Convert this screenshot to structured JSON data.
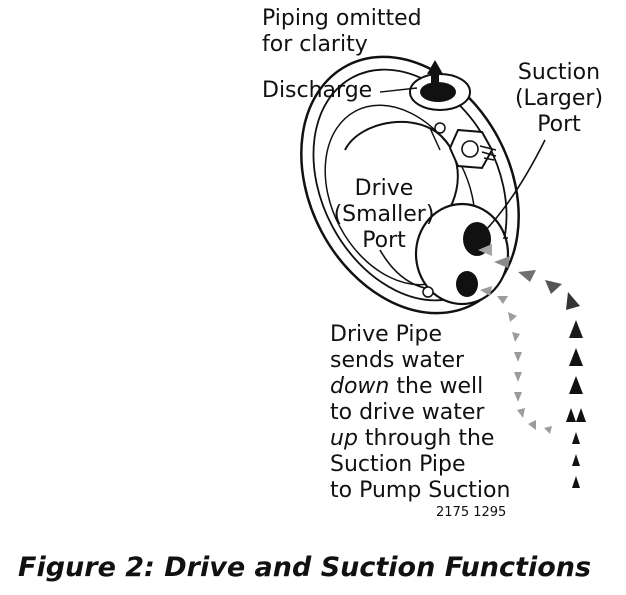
{
  "labels": {
    "piping_note": [
      "Piping omitted",
      "for clarity"
    ],
    "discharge": "Discharge",
    "suction_port": [
      "Suction",
      "(Larger)",
      "Port"
    ],
    "drive_port": [
      "Drive",
      "(Smaller)",
      "Port"
    ],
    "drive_pipe_note": {
      "line1": "Drive Pipe",
      "line2": "sends water",
      "line3_em": "down",
      "line3_rest": " the well",
      "line4": "to drive water",
      "line5_em": "up",
      "line5_rest": " through the",
      "line6": "Suction Pipe",
      "line7": "to Pump Suction"
    },
    "reference_number": "2175 1295"
  },
  "caption": "Figure 2: Drive and Suction Functions",
  "colors": {
    "ink": "#111111",
    "arrow_dark": "#1a1a1a",
    "arrow_mid": "#6f6f6f",
    "arrow_light": "#a5a5a5"
  }
}
